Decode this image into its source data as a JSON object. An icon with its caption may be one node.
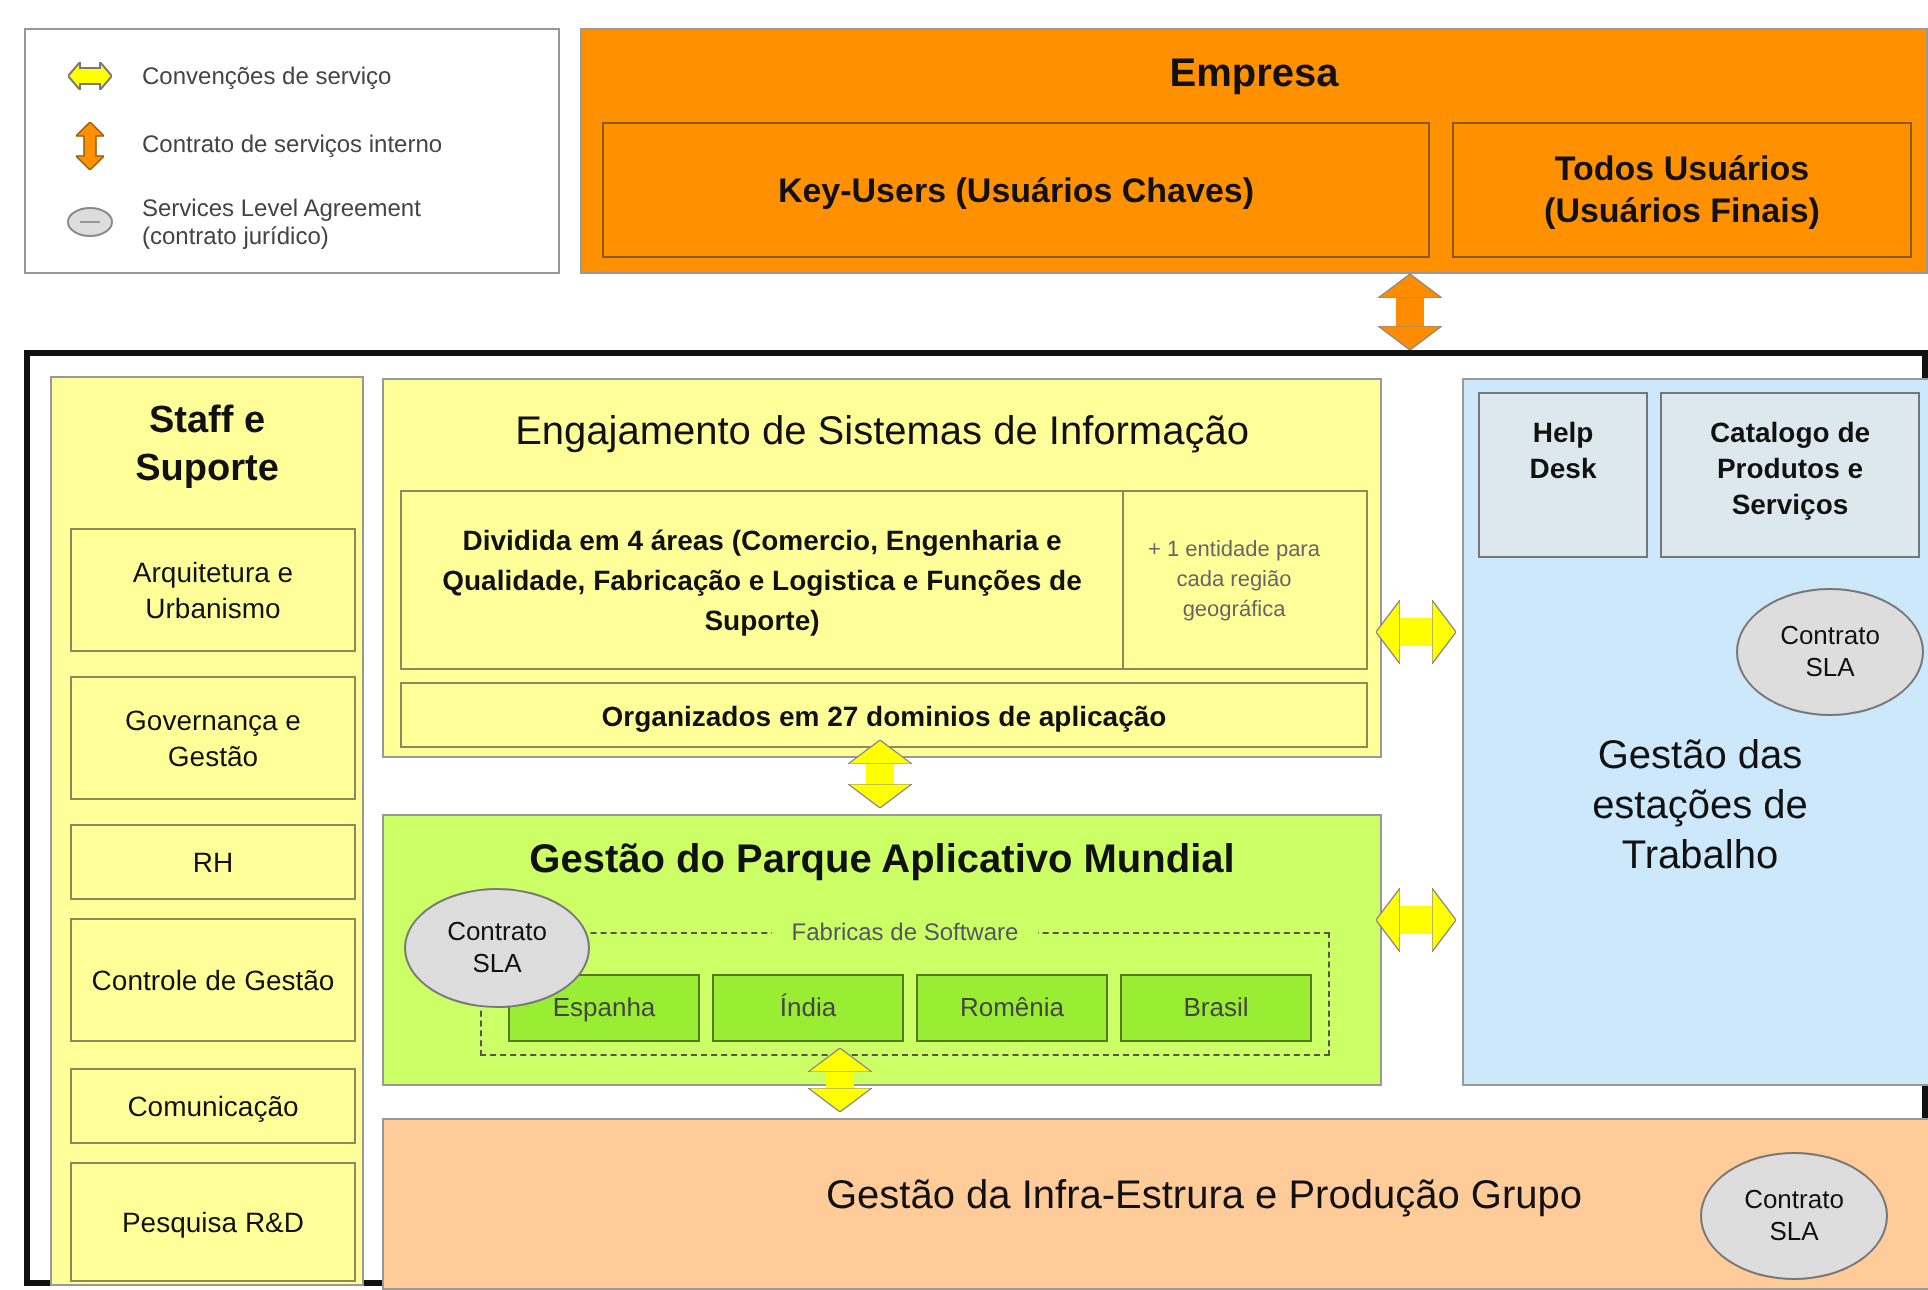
{
  "diagram": {
    "nodes": [
      {
        "text": [
          "Empresa"
        ]
      },
      {
        "text": [
          "Key-Users (Usuários Chaves)"
        ],
        "in": 0
      },
      {
        "text": [
          "Todos Usuários (Usuários Finais)"
        ],
        "in": 0
      },
      {
        "text": [],
        "shape": "box"
      },
      {
        "text": [
          "Staff e Suporte"
        ],
        "in": 3
      },
      {
        "text": [
          "Arquitetura e Urbanismo"
        ],
        "in": 4
      },
      {
        "text": [
          "Governança e Gestão"
        ],
        "in": 4
      },
      {
        "text": [
          "RH"
        ],
        "in": 4
      },
      {
        "text": [
          "Controle de Gestão"
        ],
        "in": 4
      },
      {
        "text": [
          "Comunicação"
        ],
        "in": 4
      },
      {
        "text": [
          "Pesquisa R&D"
        ],
        "in": 4
      },
      {
        "text": [
          "Engajamento de Sistemas de Informação"
        ],
        "in": 3
      },
      {
        "text": [
          "Dividida em 4 áreas (Comercio, Engenharia e Qualidade, Fabricação e Logistica e Funções de Suporte)",
          "+ 1 entidade para cada região geográfica"
        ],
        "in": 11
      },
      {
        "text": [
          "Organizados em 27 dominios de aplicação"
        ],
        "in": 11
      },
      {
        "text": [
          "Gestão do Parque Aplicativo Mundial"
        ],
        "in": 3
      },
      {
        "text": [
          "Contrato SLA"
        ],
        "in": 14
      },
      {
        "text": [
          "Fabricas de Software"
        ],
        "in": 14
      },
      {
        "text": [
          "Espanha"
        ],
        "in": 16
      },
      {
        "text": [
          "Índia"
        ],
        "in": 16
      },
      {
        "text": [
          "Romênia"
        ],
        "in": 16
      },
      {
        "text": [
          "Brasil"
        ],
        "in": 16
      },
      {
        "text": [
          "Gestão das estações de Trabalho"
        ],
        "in": 3
      },
      {
        "text": [
          "Help Desk"
        ],
        "in": 21
      },
      {
        "text": [
          "Catalogo de Produtos e Serviços"
        ],
        "in": 21
      },
      {
        "text": [
          "Contrato SLA"
        ],
        "in": 21
      },
      {
        "text": [
          "Gestão da Infra-Estrura e Produção Grupo"
        ],
        "in": 3
      },
      {
        "text": [
          "Contrato SLA"
        ],
        "in": 25
      }
    ],
    "edges": [
      {
        "from": 0,
        "to": 3,
        "arrow": "both",
        "color": "#ff8c00"
      },
      {
        "from": 13,
        "to": 14,
        "arrow": "both"
      },
      {
        "from": 11,
        "to": 21,
        "arrow": "both"
      },
      {
        "from": 14,
        "to": 21,
        "arrow": "both"
      },
      {
        "from": 16,
        "to": 25,
        "arrow": "both"
      }
    ],
    "legend": [
      {
        "text": "Convenções de serviço"
      },
      {
        "text": "Contrato de serviços interno"
      },
      {
        "text": "Services Level Agreement (contrato jurídico)"
      }
    ]
  }
}
